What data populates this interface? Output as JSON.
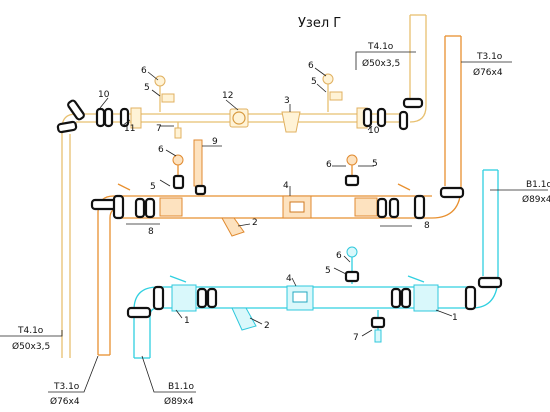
{
  "title": "Узел Г",
  "pipes": {
    "t41o_top": {
      "name": "Т4.1о",
      "size": "Ø50х3,5"
    },
    "t31o_top": {
      "name": "Т3.1о",
      "size": "Ø76х4"
    },
    "v11o_right": {
      "name": "В1.1о",
      "size": "Ø89х4"
    },
    "t41o_left": {
      "name": "Т4.1о",
      "size": "Ø50х3,5"
    },
    "t31o_bottom": {
      "name": "Т3.1о",
      "size": "Ø76х4"
    },
    "v11o_bottom": {
      "name": "В1.1о",
      "size": "Ø89х4"
    }
  },
  "callouts": {
    "n1": "1",
    "n2": "2",
    "n3": "3",
    "n4": "4",
    "n5": "5",
    "n6": "6",
    "n7": "7",
    "n8": "8",
    "n9": "9",
    "n10": "10",
    "n11": "11",
    "n12": "12"
  },
  "colors": {
    "line_t4": "#e8c070",
    "line_t3": "#e89030",
    "line_v1": "#30d0e0",
    "seal": "#111111"
  }
}
